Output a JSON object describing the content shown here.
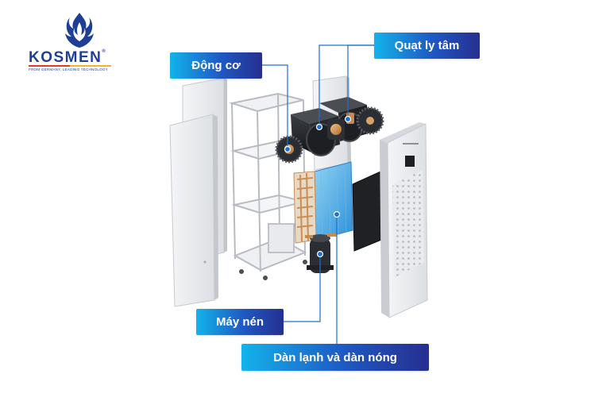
{
  "brand": {
    "name": "KOSMEN",
    "tagline": "FROM GERMANY, LEADING TECHNOLOGY",
    "trademark": "®",
    "icon": "flame-emblem-icon",
    "color": "#1f3f97",
    "accent": "#e23a2b"
  },
  "callouts": {
    "motor": "Động cơ",
    "fan": "Quạt ly tâm",
    "compressor": "Máy nén",
    "coil": "Dàn lạnh và dàn nóng"
  },
  "colors": {
    "callout_start": "#13b3ea",
    "callout_end": "#262f8f",
    "leader": "#1f6fd1"
  }
}
